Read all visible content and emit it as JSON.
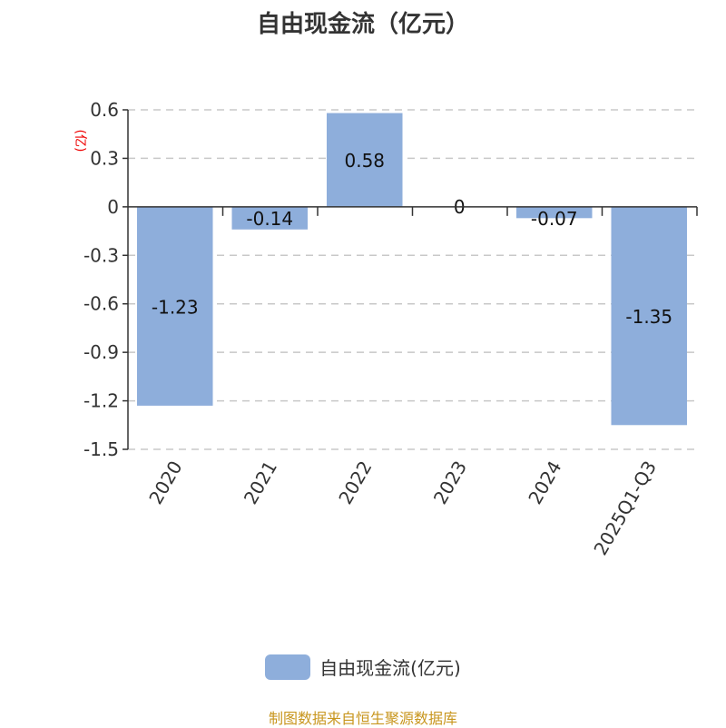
{
  "chart_data": {
    "type": "bar",
    "title": "自由现金流（亿元）",
    "ylabel": "(亿)",
    "xlabel": "",
    "categories": [
      "2020",
      "2021",
      "2022",
      "2023",
      "2024",
      "2025Q1-Q3"
    ],
    "series": [
      {
        "name": "自由现金流(亿元)",
        "values": [
          -1.23,
          -0.14,
          0.58,
          0,
          -0.07,
          -1.35
        ],
        "color": "#8eaedb"
      }
    ],
    "data_labels": [
      "-1.23",
      "-0.14",
      "0.58",
      "0",
      "-0.07",
      "-1.35"
    ],
    "ylim": [
      -1.5,
      0.6
    ],
    "yticks": [
      0.6,
      0.3,
      0,
      -0.3,
      -0.6,
      -0.9,
      -1.2,
      -1.5
    ],
    "ytick_labels": [
      "0.6",
      "0.3",
      "0",
      "-0.3",
      "-0.6",
      "-0.9",
      "-1.2",
      "-1.5"
    ],
    "grid": true,
    "legend": "bottom-center"
  },
  "footer": {
    "source": "制图数据来自恒生聚源数据库"
  }
}
